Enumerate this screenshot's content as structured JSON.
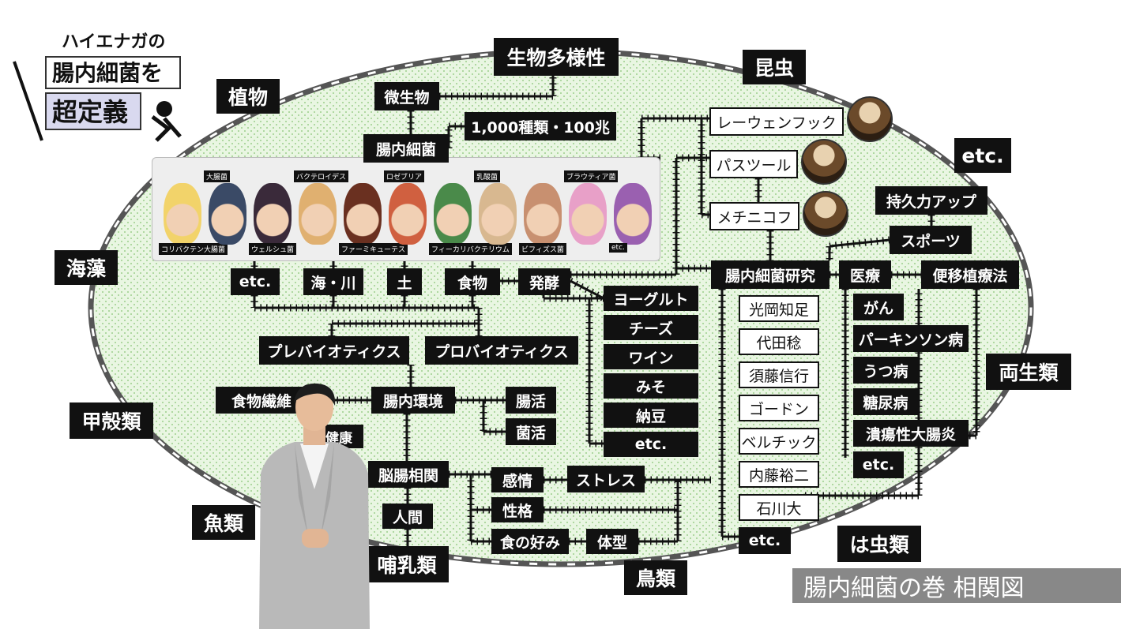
{
  "logo": {
    "lines": [
      "ハイエナガの",
      "腸内細菌を",
      "超定義"
    ]
  },
  "caption": "腸内細菌の巻 相関図",
  "colors": {
    "label_bg": "#111111",
    "label_fg": "#ffffff",
    "field": "#e6f5e0",
    "caption_bg": "#888888"
  },
  "outer": [
    "生物多様性",
    "昆虫",
    "植物",
    "etc.",
    "海藻",
    "両生類",
    "甲殻類",
    "魚類",
    "哺乳類",
    "鳥類",
    "は虫類"
  ],
  "top": {
    "microbe": "微生物",
    "gut_flora": "腸内細菌",
    "count": "1,000種類・100兆"
  },
  "bacteria": [
    {
      "label": "コリバクテン大腸菌",
      "color": "#f2d36a"
    },
    {
      "label": "大腸菌",
      "color": "#3a4a66"
    },
    {
      "label": "ウェルシュ菌",
      "color": "#3a2a3a"
    },
    {
      "label": "バクテロイデス",
      "color": "#e0b070"
    },
    {
      "label": "ファーミキューテス",
      "color": "#6a3020"
    },
    {
      "label": "ロゼブリア",
      "color": "#d06040"
    },
    {
      "label": "フィーカリバクテリウム",
      "color": "#4a8a4a"
    },
    {
      "label": "乳酸菌",
      "color": "#d8b890"
    },
    {
      "label": "ビフィズス菌",
      "color": "#c89070"
    },
    {
      "label": "ブラウティア菌",
      "color": "#e8a0c8"
    },
    {
      "label": "etc.",
      "color": "#9a60b0"
    }
  ],
  "sources": [
    "etc.",
    "海・川",
    "土",
    "食物"
  ],
  "ferment": {
    "label": "発酵",
    "items": [
      "ヨーグルト",
      "チーズ",
      "ワイン",
      "みそ",
      "納豆",
      "etc."
    ]
  },
  "biotics": [
    "プレバイオティクス",
    "プロバイオティクス"
  ],
  "env": {
    "label": "腸内環境",
    "fiber": "食物繊維",
    "health": "健康",
    "katsu": [
      "腸活",
      "菌活"
    ]
  },
  "brain": {
    "label": "脳腸相関",
    "human": "人間",
    "effects": [
      "感情",
      "性格",
      "食の好み"
    ],
    "stress": "ストレス",
    "body": "体型"
  },
  "scientists": [
    {
      "name": "レーウェンフック"
    },
    {
      "name": "パスツール"
    },
    {
      "name": "メチニコフ"
    }
  ],
  "research": {
    "label": "腸内細菌研究",
    "people": [
      "光岡知足",
      "代田稔",
      "須藤信行",
      "ゴードン",
      "ベルチック",
      "内藤裕二",
      "石川大",
      "etc."
    ]
  },
  "medical": {
    "label": "医療",
    "fmt": "便移植療法",
    "sports": "スポーツ",
    "stamina": "持久力アップ",
    "diseases": [
      "がん",
      "パーキンソン病",
      "うつ病",
      "糖尿病",
      "潰瘍性大腸炎",
      "etc."
    ]
  }
}
